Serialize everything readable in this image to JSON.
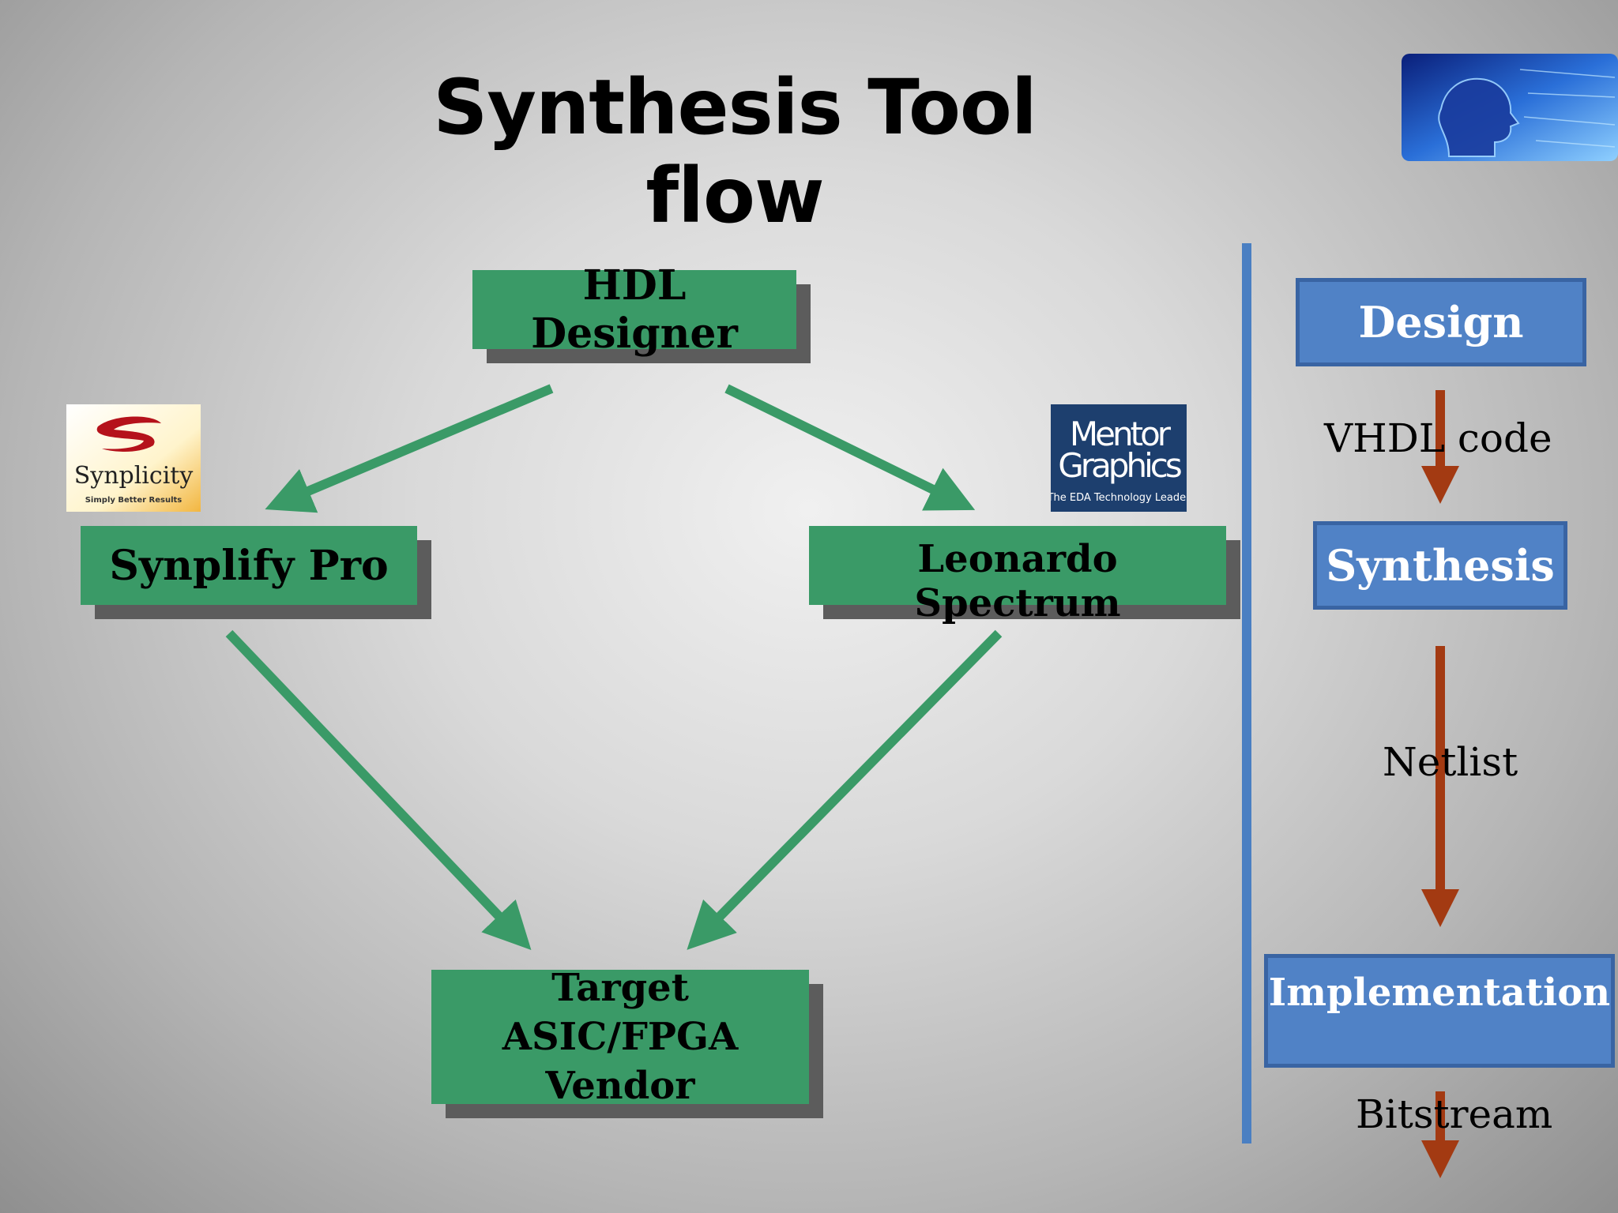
{
  "slide": {
    "title": "Synthesis Tool flow"
  },
  "tools": {
    "hdl_designer": "HDL Designer",
    "synplify_pro": "Synplify Pro",
    "leonardo_spectrum": "Leonardo Spectrum",
    "target_line1": "Target ASIC/FPGA",
    "target_line2": "Vendor"
  },
  "logos": {
    "synplicity_name": "Synplicity",
    "synplicity_tagline": "Simply Better Results",
    "mentor_line1": "Mentor",
    "mentor_line2": "Graphics",
    "mentor_tagline": "The EDA Technology Leader"
  },
  "flow": {
    "design": "Design",
    "vhdl_code": "VHDL code",
    "synthesis": "Synthesis",
    "netlist": "Netlist",
    "implementation": "Implementation",
    "bitstream": "Bitstream"
  },
  "colors": {
    "green_box": "#3a9a67",
    "green_arrow": "#3a9a67",
    "blue_box": "#5082c6",
    "brown_arrow": "#a33a12",
    "divider": "#4a7fc2"
  },
  "icons": {
    "corner_image": "digital-head-image"
  }
}
